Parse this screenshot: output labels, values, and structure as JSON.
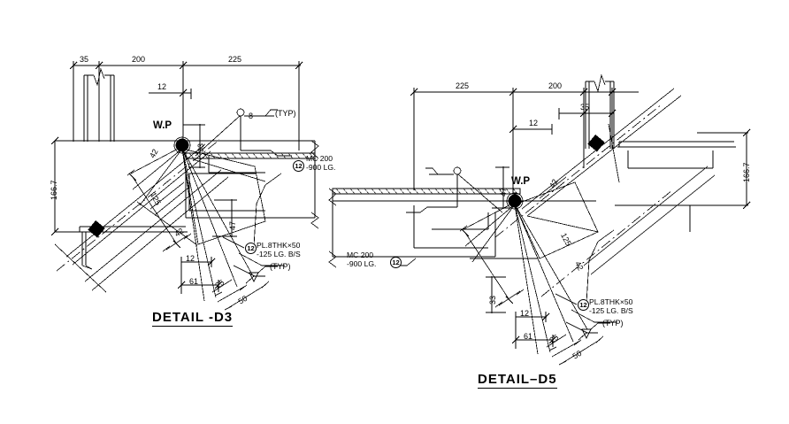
{
  "drawing": {
    "type": "cad-structural-steel-connection-detail",
    "background_color": "#ffffff",
    "line_color": "#000000",
    "sheet_width": 892,
    "sheet_height": 479
  },
  "details": [
    {
      "id": "D3",
      "title": "DETAIL  -D3",
      "work_point_label": "W.P",
      "horizontal_dimensions": [
        "35",
        "200",
        "225",
        "12"
      ],
      "vertical_dimensions": [
        "166.7",
        "33",
        "47"
      ],
      "sloped_dimensions": [
        "42",
        "125",
        "42"
      ],
      "bottom_dimensions": [
        "12",
        "61",
        "25",
        "50"
      ],
      "weld_size": "8",
      "weld_typ": "(TYP)",
      "typ_note": "(TYP)",
      "member_callout_tag": "12",
      "member_callout": "MC 200\n-900 LG.",
      "plate_callout_tag": "12",
      "plate_callout": "PL.8THK×50\n-125 LG. B/S"
    },
    {
      "id": "D5",
      "title": "DETAIL–D5",
      "work_point_label": "W.P",
      "horizontal_dimensions": [
        "225",
        "200",
        "35",
        "12"
      ],
      "vertical_dimensions": [
        "166.7",
        "47",
        "33"
      ],
      "sloped_dimensions": [
        "42",
        "125",
        "42"
      ],
      "bottom_dimensions": [
        "12",
        "61",
        "25",
        "50"
      ],
      "weld_typ": "(TYP)",
      "typ_note": "(TYP)",
      "member_callout_tag": "12",
      "member_callout": "MC 200\n-900 LG.",
      "plate_callout_tag": "12",
      "plate_callout": "PL.8THK×50\n-125 LG. B/S"
    }
  ]
}
